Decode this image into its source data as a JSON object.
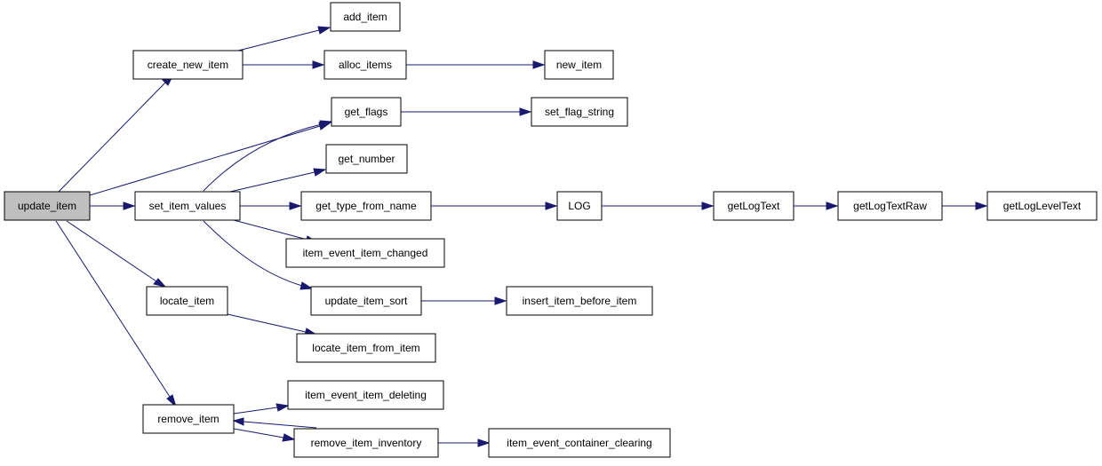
{
  "colors": {
    "edge": "#191970",
    "node_border": "#000000",
    "node_fill": "#ffffff",
    "root_fill": "#bfbfbf"
  },
  "nodes": [
    {
      "id": "update_item",
      "label": "update_item",
      "root": true
    },
    {
      "id": "create_new_item",
      "label": "create_new_item"
    },
    {
      "id": "add_item",
      "label": "add_item"
    },
    {
      "id": "alloc_items",
      "label": "alloc_items"
    },
    {
      "id": "new_item",
      "label": "new_item"
    },
    {
      "id": "get_flags",
      "label": "get_flags"
    },
    {
      "id": "set_flag_string",
      "label": "set_flag_string"
    },
    {
      "id": "set_item_values",
      "label": "set_item_values"
    },
    {
      "id": "get_number",
      "label": "get_number"
    },
    {
      "id": "get_type_from_name",
      "label": "get_type_from_name"
    },
    {
      "id": "LOG",
      "label": "LOG"
    },
    {
      "id": "getLogText",
      "label": "getLogText"
    },
    {
      "id": "getLogTextRaw",
      "label": "getLogTextRaw"
    },
    {
      "id": "getLogLevelText",
      "label": "getLogLevelText"
    },
    {
      "id": "item_event_item_changed",
      "label": "item_event_item_changed"
    },
    {
      "id": "update_item_sort",
      "label": "update_item_sort"
    },
    {
      "id": "insert_item_before_item",
      "label": "insert_item_before_item"
    },
    {
      "id": "locate_item",
      "label": "locate_item"
    },
    {
      "id": "locate_item_from_item",
      "label": "locate_item_from_item"
    },
    {
      "id": "remove_item",
      "label": "remove_item"
    },
    {
      "id": "item_event_item_deleting",
      "label": "item_event_item_deleting"
    },
    {
      "id": "remove_item_inventory",
      "label": "remove_item_inventory"
    },
    {
      "id": "item_event_container_clearing",
      "label": "item_event_container_clearing"
    }
  ],
  "edges": [
    {
      "from": "update_item",
      "to": "create_new_item"
    },
    {
      "from": "update_item",
      "to": "get_flags"
    },
    {
      "from": "update_item",
      "to": "set_item_values"
    },
    {
      "from": "update_item",
      "to": "locate_item"
    },
    {
      "from": "update_item",
      "to": "remove_item"
    },
    {
      "from": "create_new_item",
      "to": "add_item"
    },
    {
      "from": "create_new_item",
      "to": "alloc_items"
    },
    {
      "from": "alloc_items",
      "to": "new_item"
    },
    {
      "from": "get_flags",
      "to": "set_flag_string"
    },
    {
      "from": "set_item_values",
      "to": "get_flags"
    },
    {
      "from": "set_item_values",
      "to": "get_number"
    },
    {
      "from": "set_item_values",
      "to": "get_type_from_name"
    },
    {
      "from": "set_item_values",
      "to": "item_event_item_changed"
    },
    {
      "from": "set_item_values",
      "to": "update_item_sort"
    },
    {
      "from": "get_type_from_name",
      "to": "LOG"
    },
    {
      "from": "LOG",
      "to": "getLogText"
    },
    {
      "from": "getLogText",
      "to": "getLogTextRaw"
    },
    {
      "from": "getLogTextRaw",
      "to": "getLogLevelText"
    },
    {
      "from": "update_item_sort",
      "to": "insert_item_before_item"
    },
    {
      "from": "locate_item",
      "to": "locate_item_from_item"
    },
    {
      "from": "remove_item",
      "to": "item_event_item_deleting"
    },
    {
      "from": "remove_item",
      "to": "remove_item_inventory"
    },
    {
      "from": "remove_item_inventory",
      "to": "remove_item"
    },
    {
      "from": "remove_item_inventory",
      "to": "item_event_container_clearing"
    }
  ]
}
